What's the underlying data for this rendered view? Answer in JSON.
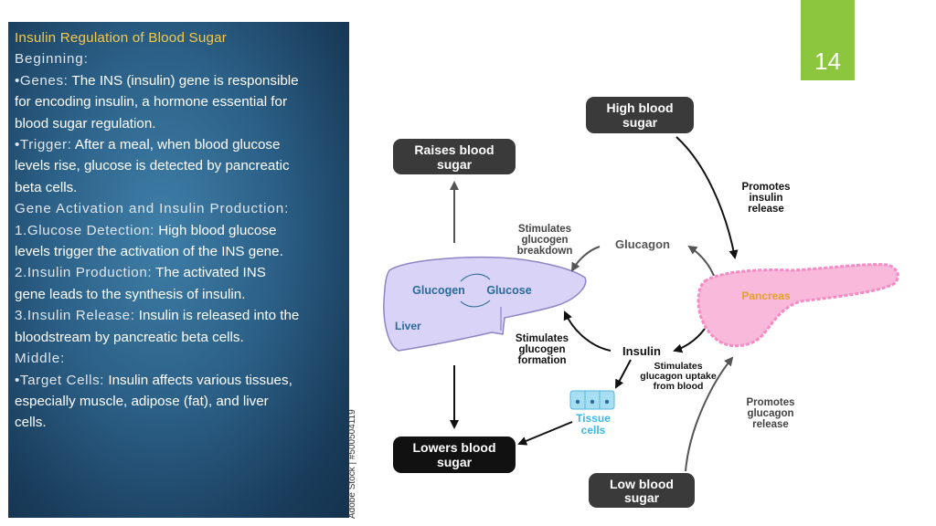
{
  "left_panel": {
    "title": "Insulin Regulation of Blood Sugar",
    "beginning_heading": "Beginning:",
    "genes_label": "•Genes:",
    "genes_text_1": " The INS (insulin) gene is responsible",
    "genes_text_2": "for encoding insulin, a hormone essential for",
    "genes_text_3": "blood sugar regulation.",
    "trigger_label": "•Trigger:",
    "trigger_text_1": " After a meal, when blood glucose",
    "trigger_text_2": "levels rise, glucose is detected by pancreatic",
    "trigger_text_3": "beta cells.",
    "gene_activation_heading": "Gene Activation and Insulin Production:",
    "glucose_detection_label": "1.Glucose Detection:",
    "glucose_detection_text_1": " High blood glucose",
    "glucose_detection_text_2": "levels trigger the activation of the INS gene.",
    "insulin_production_label": "2.Insulin Production:",
    "insulin_production_text_1": " The activated INS",
    "insulin_production_text_2": "gene leads to the synthesis of insulin.",
    "insulin_release_label": "3.Insulin Release:",
    "insulin_release_text_1": " Insulin is released into the",
    "insulin_release_text_2": "bloodstream by pancreatic beta cells.",
    "middle_heading": "Middle:",
    "target_cells_label": "•Target Cells:",
    "target_cells_text_1": " Insulin affects various tissues,",
    "target_cells_text_2": "especially muscle, adipose (fat), and liver",
    "target_cells_text_3": "cells."
  },
  "page_number": "14",
  "diagram": {
    "high_blood_sugar": [
      "High blood",
      "sugar"
    ],
    "raises_blood_sugar": [
      "Raises blood",
      "sugar"
    ],
    "lowers_blood_sugar": [
      "Lowers blood",
      "sugar"
    ],
    "low_blood_sugar": [
      "Low blood",
      "sugar"
    ],
    "promotes_insulin_release": [
      "Promotes",
      "insulin",
      "release"
    ],
    "promotes_glucagon_release": [
      "Promotes",
      "glucagon",
      "release"
    ],
    "stimulates_glucogen_breakdown": [
      "Stimulates",
      "glucogen",
      "breakdown"
    ],
    "stimulates_glucogen_formation": [
      "Stimulates",
      "glucogen",
      "formation"
    ],
    "stimulates_glucagon_uptake": [
      "Stimulates",
      "glucagon uptake",
      "from blood"
    ],
    "glucagon": "Glucagon",
    "insulin": "Insulin",
    "pancreas": "Pancreas",
    "liver": "Liver",
    "glycogen": "Glucogen",
    "glucose": "Glucose",
    "tissue_cells": [
      "Tissue",
      "cells"
    ],
    "stock_credit": "Adobe Stock | #500504119"
  },
  "colors": {
    "panel_dark": "#1a3d5c",
    "panel_light": "#3f7fa8",
    "heading_yellow": "#f2c94c",
    "badge_green": "#8cc63f",
    "label_box": "#3a3a3a",
    "liver_fill": "#d9d3f7",
    "liver_text": "#2a6b99",
    "pancreas_fill": "#f8b9da",
    "pancreas_text": "#e8a02a",
    "tissue_fill": "#a8def2",
    "tissue_text": "#3ab8e8"
  }
}
